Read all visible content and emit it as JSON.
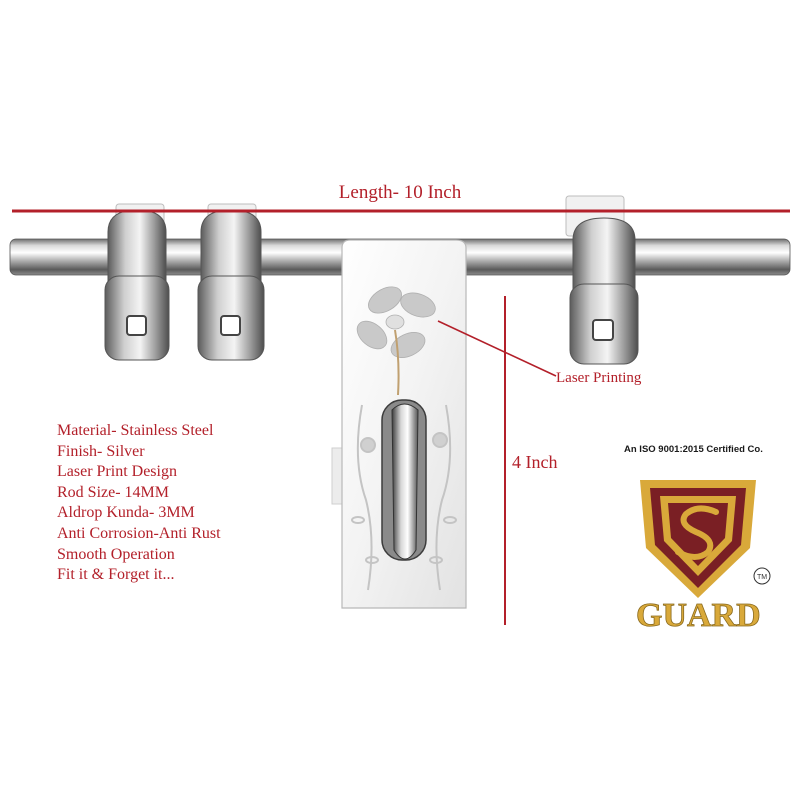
{
  "annotations": {
    "length": "Length- 10 Inch",
    "laser": "Laser Printing",
    "height": "4 Inch"
  },
  "specs": [
    "Material- Stainless Steel",
    "Finish-  Silver",
    "Laser Print Design",
    "Rod Size- 14MM",
    "Aldrop Kunda- 3MM",
    "Anti Corrosion-Anti Rust",
    "Smooth Operation",
    "Fit it & Forget it..."
  ],
  "brand": {
    "certification": "An ISO 9001:2015 Certified Co.",
    "name": "GUARD",
    "trademark": "TM",
    "colors": {
      "maroon": "#7a1f24",
      "gold": "#d9a93a",
      "annotation_red": "#b3202a"
    }
  }
}
